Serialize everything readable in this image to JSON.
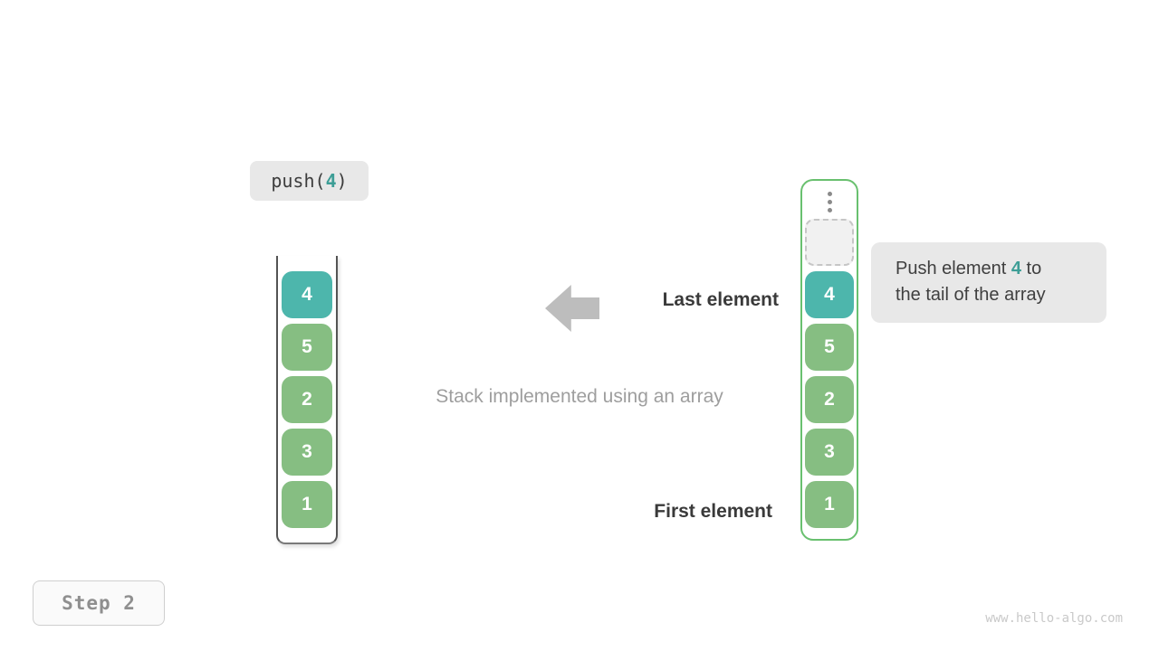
{
  "palette": {
    "teal": "#4DB6AC",
    "teal_text": "#3D9E96",
    "green": "#86BE82",
    "green_border": "#69C06F",
    "chip_bg": "#e8e8e8",
    "arrow_gray": "#bdbdbd",
    "label_dark": "#3a3a3a",
    "caption_gray": "#9e9e9e"
  },
  "push_call": {
    "before": "push(",
    "arg": "4",
    "after": ")"
  },
  "left_stack": {
    "cells": [
      {
        "value": "4",
        "highlight": true
      },
      {
        "value": "5",
        "highlight": false
      },
      {
        "value": "2",
        "highlight": false
      },
      {
        "value": "3",
        "highlight": false
      },
      {
        "value": "1",
        "highlight": false
      }
    ]
  },
  "right_stack": {
    "ellipsis": "vertical-dots",
    "placeholder": "empty-dashed-slot",
    "cells": [
      {
        "value": "4",
        "highlight": true
      },
      {
        "value": "5",
        "highlight": false
      },
      {
        "value": "2",
        "highlight": false
      },
      {
        "value": "3",
        "highlight": false
      },
      {
        "value": "1",
        "highlight": false
      }
    ]
  },
  "labels": {
    "last_element": "Last element",
    "first_element": "First element",
    "caption": "Stack implemented using an array"
  },
  "tooltip": {
    "line1_before": "Push element ",
    "value": "4",
    "line1_after": " to",
    "line2": "the tail of the array"
  },
  "step_badge": "Step 2",
  "watermark": "www.hello-algo.com"
}
